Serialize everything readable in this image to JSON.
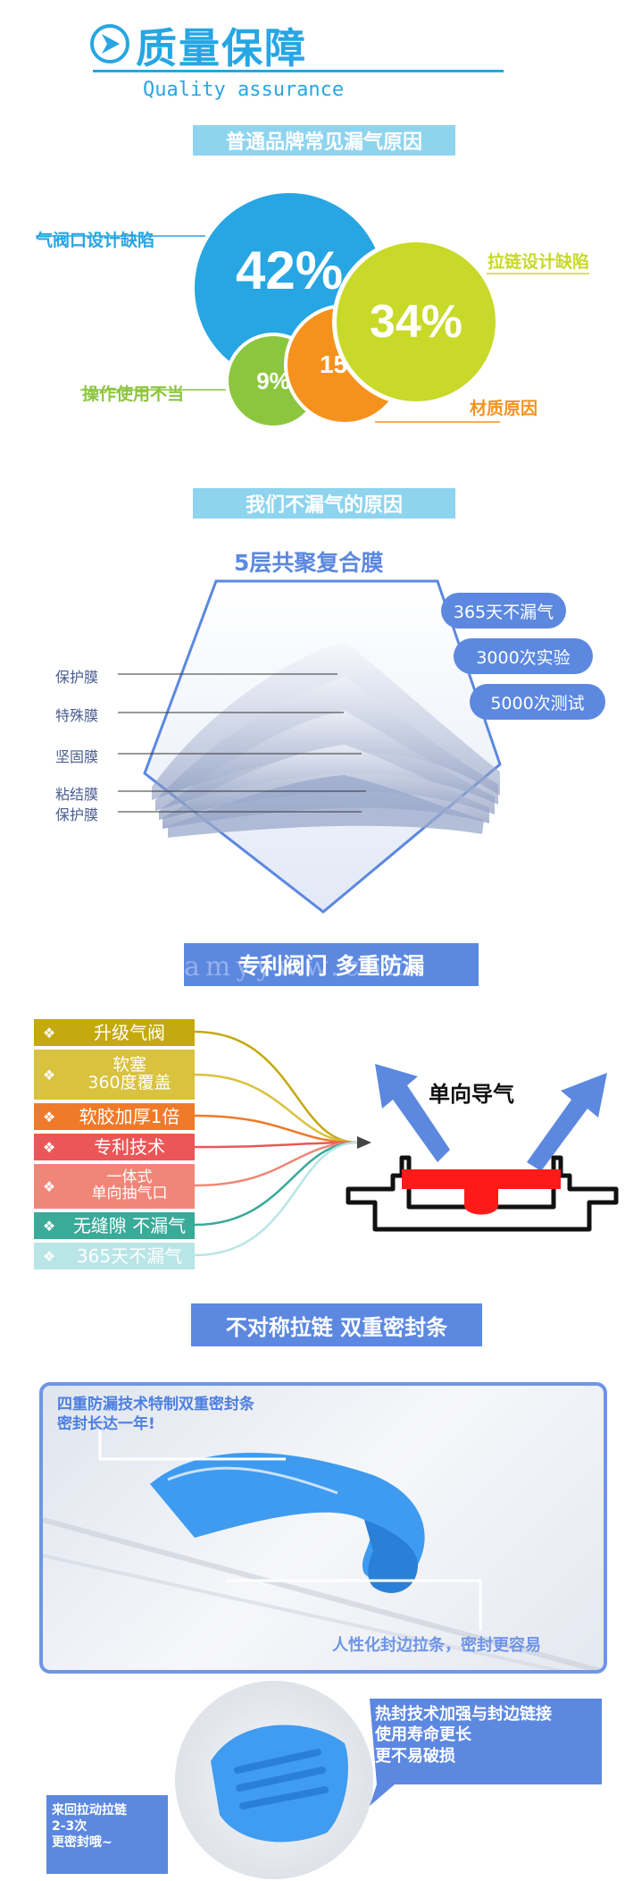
{
  "header": {
    "title": "质量保障",
    "subtitle": "Quality assurance"
  },
  "section1": {
    "title": "普通品牌常见漏气原因",
    "bubbles": [
      {
        "value": "42%",
        "label": "气阀口设计缺陷",
        "color": "#27a6e3"
      },
      {
        "value": "34%",
        "label": "拉链设计缺陷",
        "color": "#c8d92a"
      },
      {
        "value": "15%",
        "label": "材质原因",
        "color": "#f5921e"
      },
      {
        "value": "9%",
        "label": "操作使用不当",
        "color": "#8cc63f"
      }
    ]
  },
  "section2": {
    "title": "我们不漏气的原因",
    "membrane_title": "5层共聚复合膜",
    "layers": [
      "保护膜",
      "特殊膜",
      "坚固膜",
      "粘结膜",
      "保护膜"
    ],
    "pills": [
      "365天不漏气",
      "3000次实验",
      "5000次测试"
    ]
  },
  "section3": {
    "title": "专利阀门 多重防漏",
    "watermark": "amyyww.com",
    "features": [
      {
        "text": "升级气阀",
        "color": "#c4a90f"
      },
      {
        "text": "软塞\n360度覆盖",
        "color": "#d8c23e"
      },
      {
        "text": "软胶加厚1倍",
        "color": "#ef7a29"
      },
      {
        "text": "专利技术",
        "color": "#eb5758"
      },
      {
        "text": "一体式\n单向抽气口",
        "color": "#f08677"
      },
      {
        "text": "无缝隙 不漏气",
        "color": "#3aaa99"
      },
      {
        "text": "365天不漏气",
        "color": "#b9e5e6"
      }
    ],
    "valve_label": "单向导气"
  },
  "section4": {
    "title": "不对称拉链 双重密封条",
    "callout_top": "四重防漏技术特制双重密封条\n密封长达一年!",
    "callout_bottom": "人性化封边拉条，密封更容易",
    "callout_right": "热封技术加强与封边链接\n使用寿命更长\n更不易破损",
    "callout_left": "来回拉动拉链\n2-3次\n更密封哦~"
  },
  "colors": {
    "accent_blue": "#27a6e3",
    "title_bar": "#8ed4ee",
    "section_bar": "#5c88e0"
  }
}
